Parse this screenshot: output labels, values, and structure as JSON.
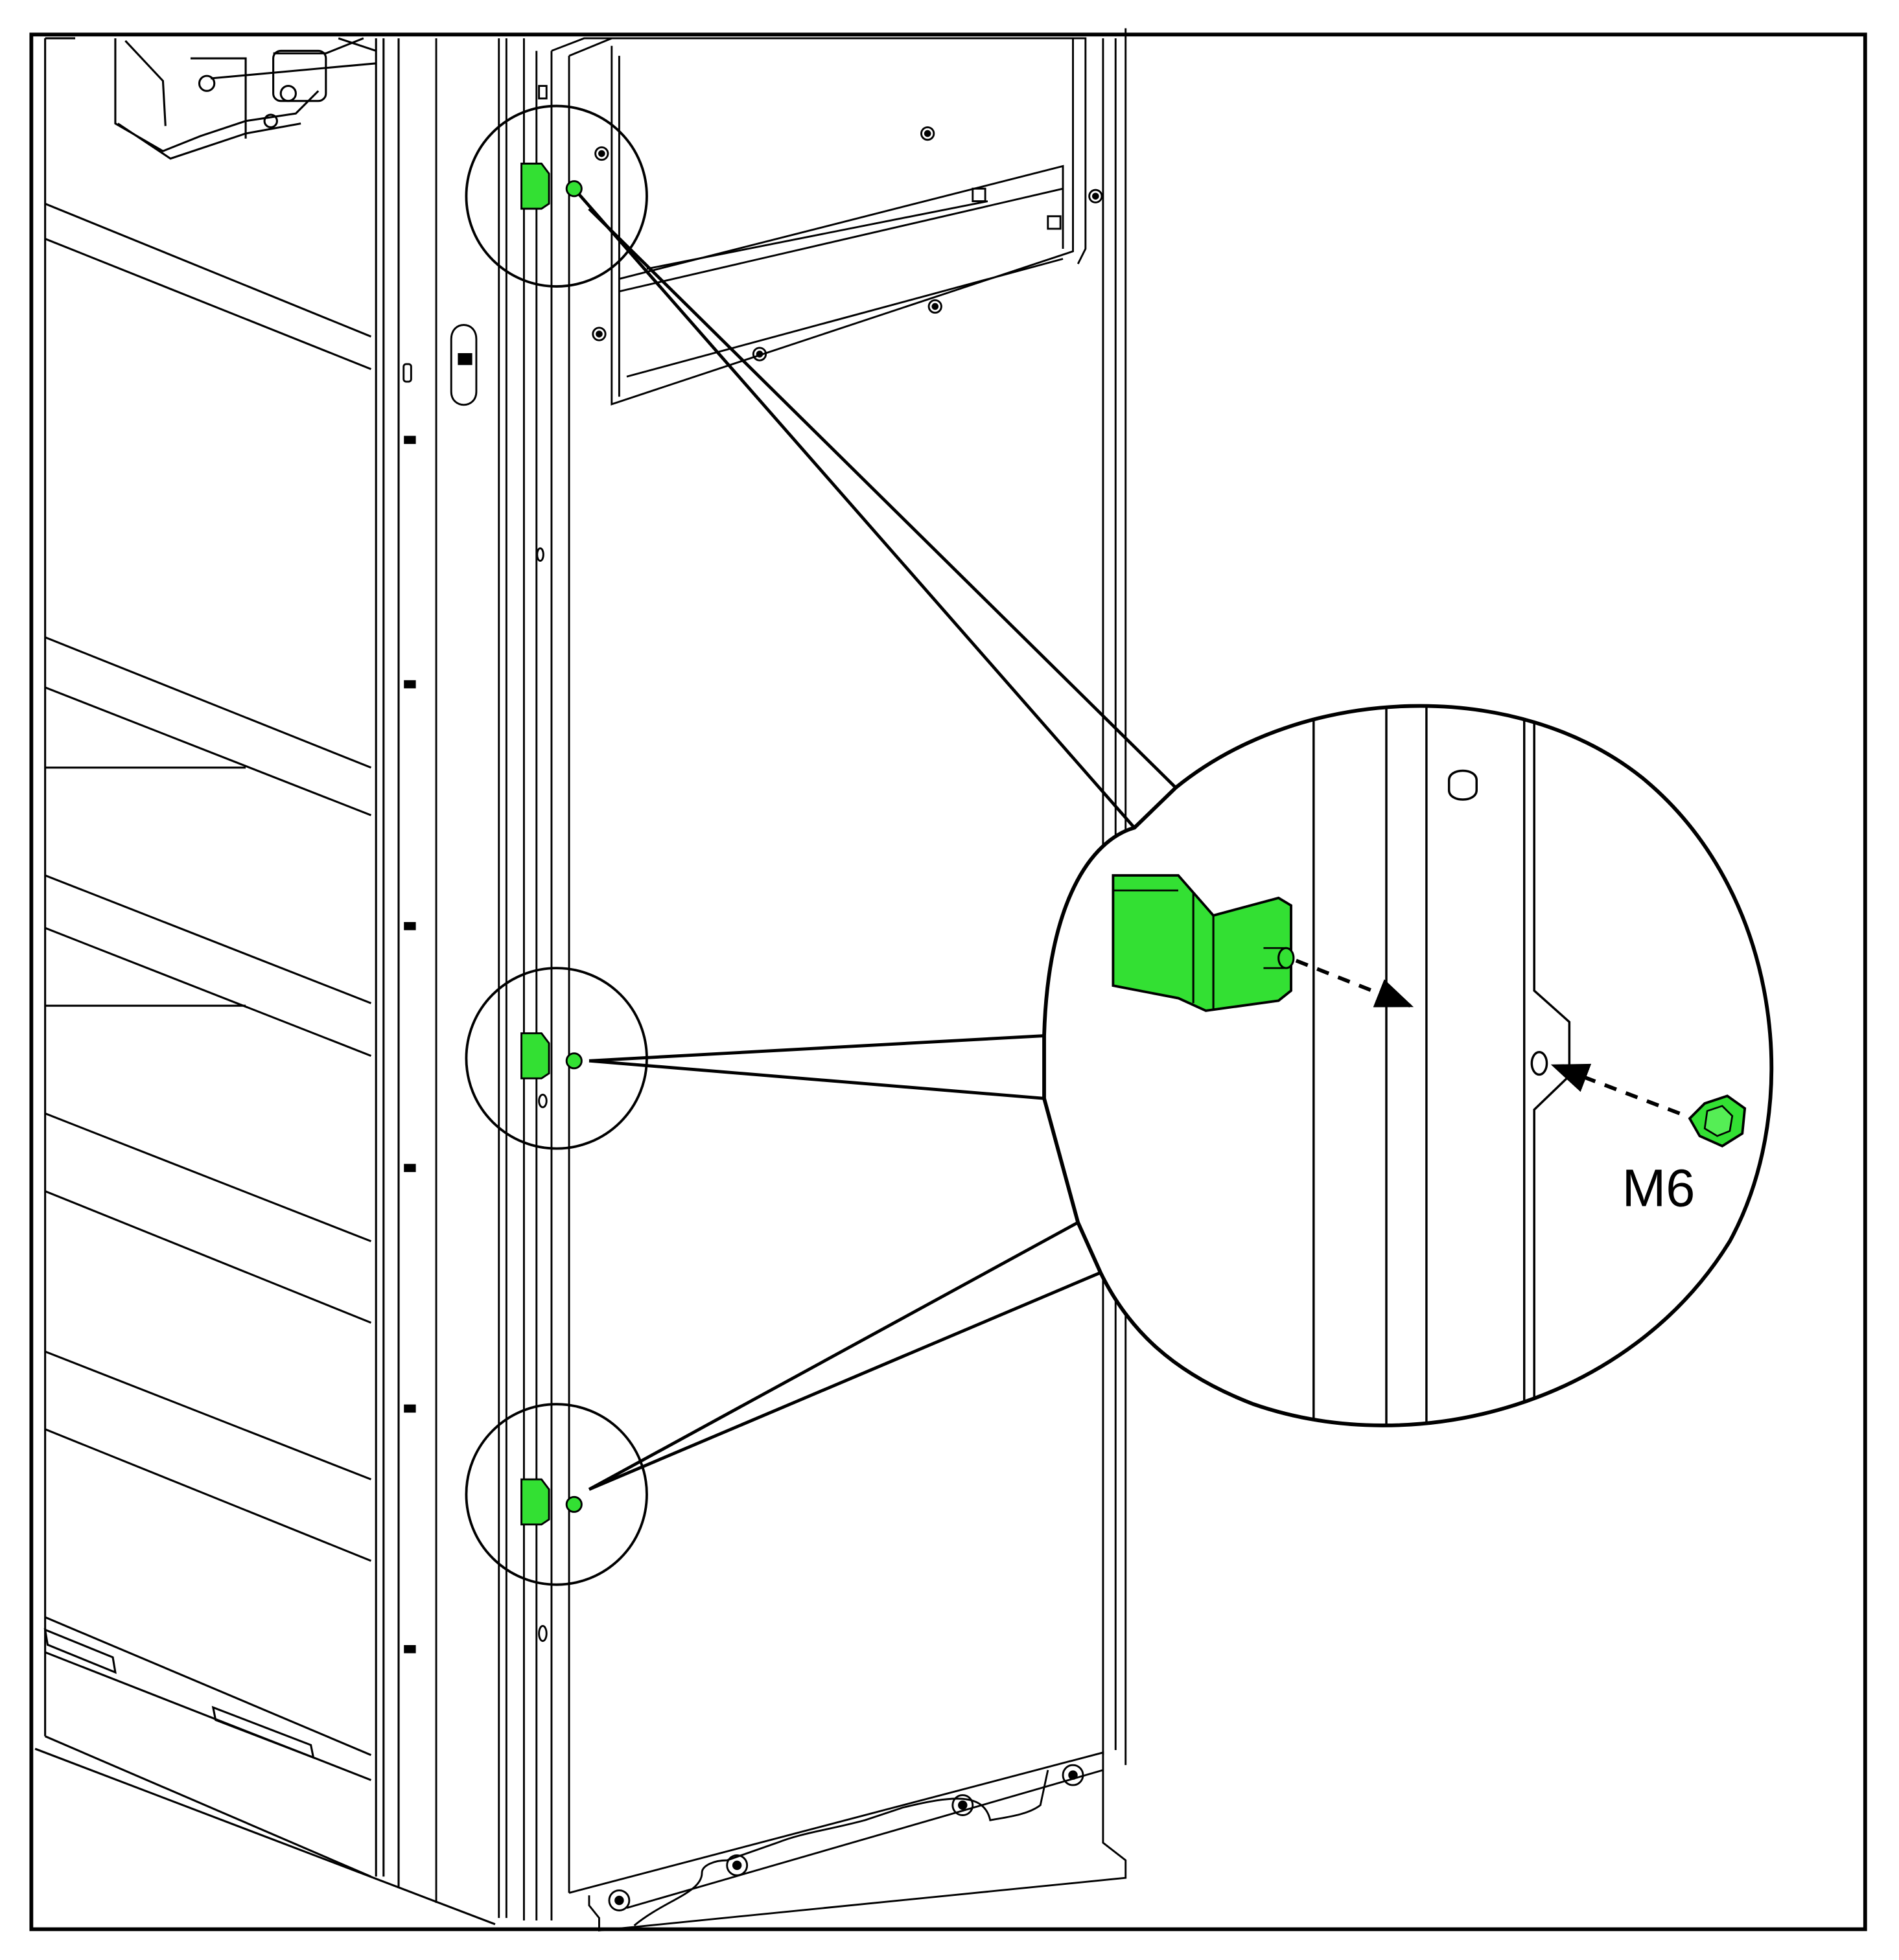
{
  "figure": {
    "callout_label": "M6"
  },
  "colors": {
    "highlight_green": "#33e033",
    "highlight_green_dark": "#0f8f0f",
    "line": "#000000",
    "background": "#ffffff",
    "panel_shade": "#fbfbfb"
  },
  "parts": [
    {
      "name": "bracket",
      "icon": "green-bracket-icon"
    },
    {
      "name": "nut",
      "icon": "hex-nut-icon"
    }
  ]
}
